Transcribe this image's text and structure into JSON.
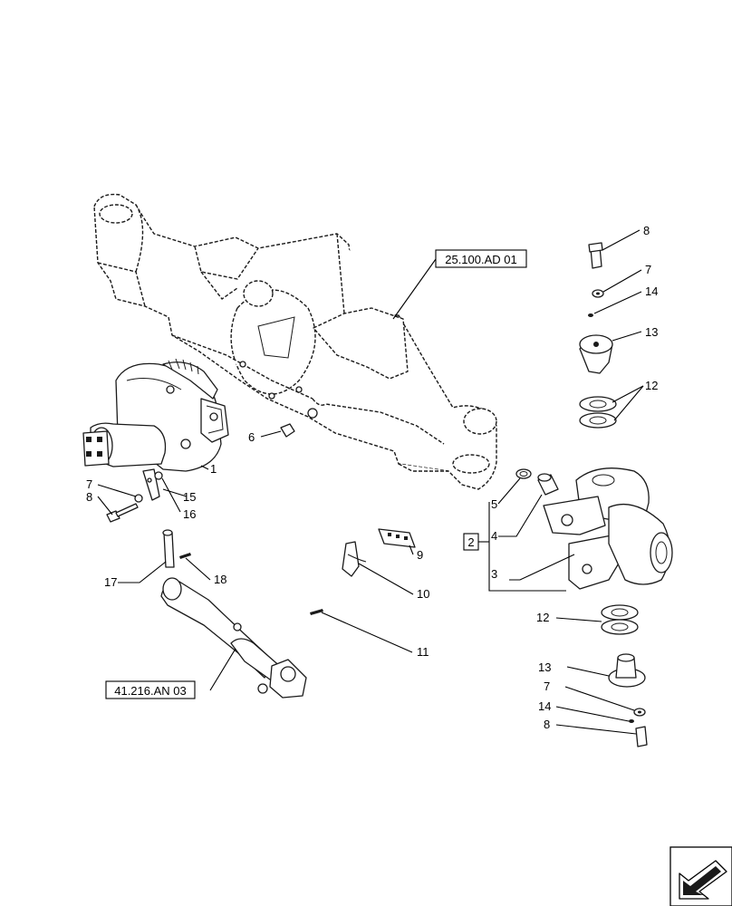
{
  "references": {
    "axle_housing": "25.100.AD 01",
    "steering_cylinder": "41.216.AN 03"
  },
  "bracket_group": "2",
  "callouts": {
    "c1": "1",
    "c3": "3",
    "c4": "4",
    "c5": "5",
    "c6": "6",
    "c7a": "7",
    "c7b": "7",
    "c7c": "7",
    "c8a": "8",
    "c8b": "8",
    "c8c": "8",
    "c9": "9",
    "c10": "10",
    "c11": "11",
    "c12a": "12",
    "c12b": "12",
    "c13a": "13",
    "c13b": "13",
    "c14a": "14",
    "c14b": "14",
    "c15": "15",
    "c16": "16",
    "c17": "17",
    "c18": "18"
  },
  "icons": {
    "corner": "next-page-arrow-icon"
  }
}
